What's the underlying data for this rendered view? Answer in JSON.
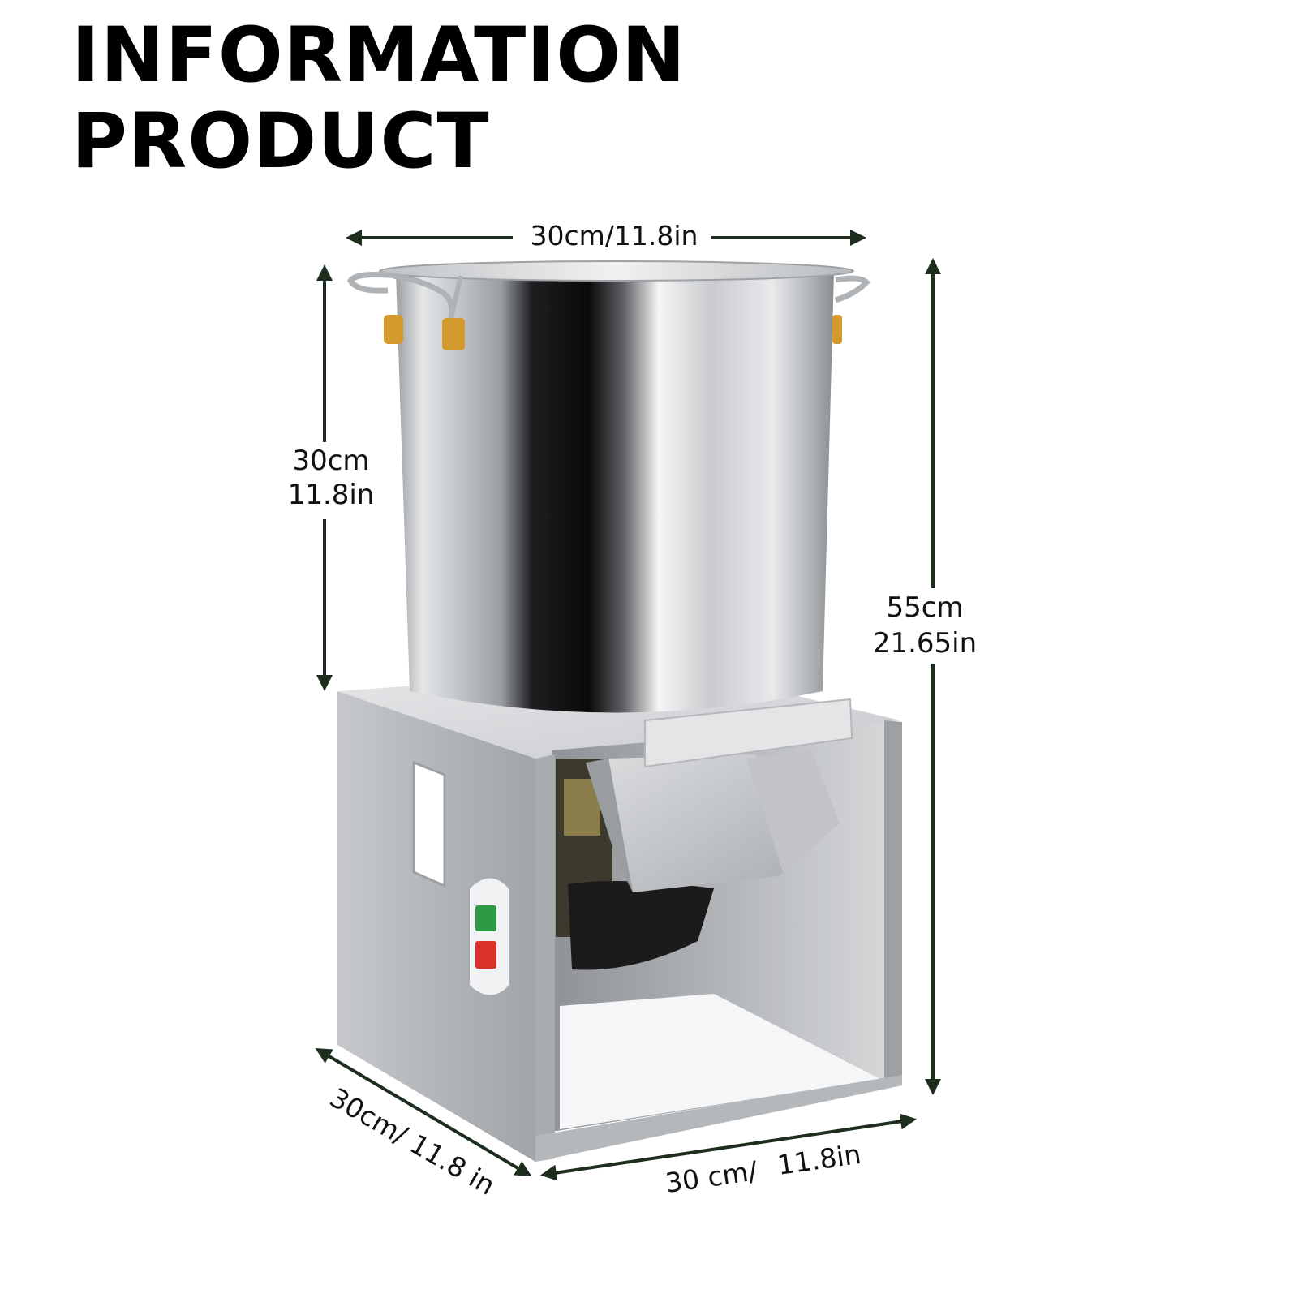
{
  "heading": {
    "line1": "INFORMATION",
    "line2": "PRODUCT"
  },
  "dimensions": {
    "pot_width": "30cm/11.8in",
    "pot_height_cm": "30cm",
    "pot_height_in": "11.8in",
    "total_height_cm": "55cm",
    "total_height_in": "21.65in",
    "base_depth": "30cm/ 11.8 in",
    "base_width_a": "30 cm/",
    "base_width_b": "11.8in"
  },
  "panel": {
    "start_button_color": "#2f9a45",
    "stop_button_color": "#d8322a"
  },
  "colors": {
    "arrow": "#1d2e1f",
    "handle_caps": "#d59a2e"
  }
}
